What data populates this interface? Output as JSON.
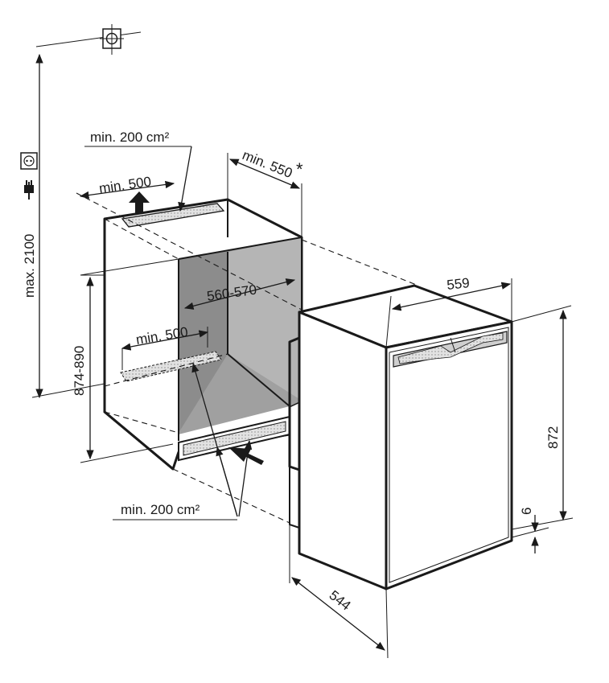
{
  "labels": {
    "max_height": "max. 2100",
    "top_vent_area": "min. 200 cm²",
    "top_vent_width": "min. 500",
    "niche_depth": "min. 550",
    "niche_depth_note": "*",
    "niche_width": "560-570",
    "bottom_vent_width": "min. 500",
    "niche_height": "874-890",
    "bottom_vent_area": "min. 200 cm²",
    "appliance_width": "559",
    "appliance_height": "872",
    "plinth_gap": "6",
    "appliance_depth": "544"
  },
  "icons": {
    "socket": "socket-icon",
    "plug": "plug-icon",
    "section_mark": "section-symbol-icon"
  },
  "colors": {
    "line": "#1a1a1a",
    "niche_interior": "#8c8c8c",
    "niche_side": "#b5b5b5",
    "niche_floor": "#a0a0a0",
    "vent_fill": "#d6d6d6"
  }
}
